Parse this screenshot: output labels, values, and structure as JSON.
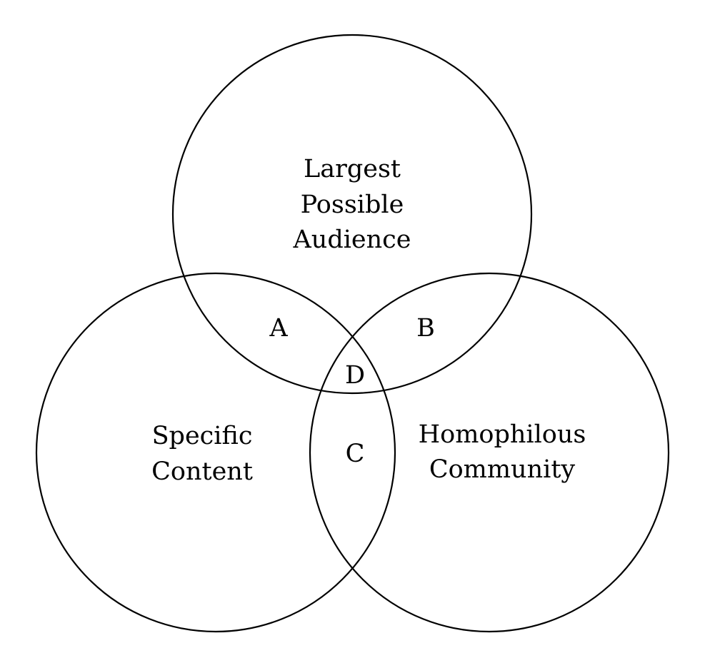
{
  "diagram": {
    "type": "venn",
    "stroke_color": "#000000",
    "background_color": "#ffffff",
    "sets": [
      {
        "id": "top",
        "label_lines": [
          "Largest",
          "Possible",
          "Audience"
        ]
      },
      {
        "id": "left",
        "label_lines": [
          "Specific",
          "Content"
        ]
      },
      {
        "id": "right",
        "label_lines": [
          "Homophilous",
          "Community"
        ]
      }
    ],
    "regions": [
      {
        "id": "A",
        "label": "A",
        "sets": [
          "top",
          "left"
        ]
      },
      {
        "id": "B",
        "label": "B",
        "sets": [
          "top",
          "right"
        ]
      },
      {
        "id": "C",
        "label": "C",
        "sets": [
          "left",
          "right"
        ]
      },
      {
        "id": "D",
        "label": "D",
        "sets": [
          "top",
          "left",
          "right"
        ]
      }
    ]
  }
}
